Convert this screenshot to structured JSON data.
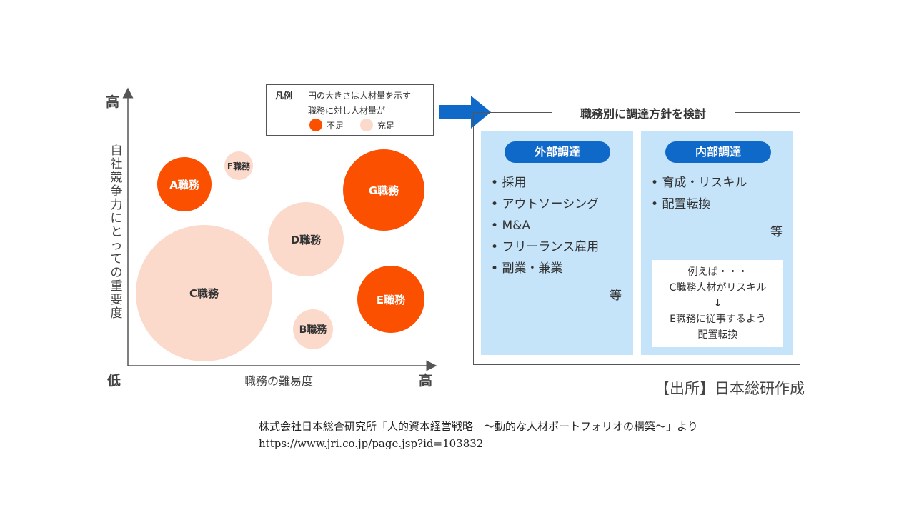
{
  "chart": {
    "y_high": "高",
    "y_low": "低",
    "x_high": "高",
    "y_axis_label": "自社競争力にとっての重要度",
    "x_axis_label": "職務の難易度",
    "bubbles": [
      {
        "label": "A職務",
        "status": "short"
      },
      {
        "label": "F職務",
        "status": "ok"
      },
      {
        "label": "G職務",
        "status": "short"
      },
      {
        "label": "D職務",
        "status": "ok"
      },
      {
        "label": "C職務",
        "status": "ok"
      },
      {
        "label": "E職務",
        "status": "short"
      },
      {
        "label": "B職務",
        "status": "ok"
      }
    ]
  },
  "legend": {
    "title": "凡例",
    "line1": "円の大きさは人材量を示す",
    "line2": "職務に対し人材量が",
    "short_label": "不足",
    "ok_label": "充足",
    "short_color": "#fa5000",
    "ok_color": "#fbd9cb"
  },
  "arrow_color": "#0f69c9",
  "policy": {
    "title": "職務別に調達方針を検討",
    "external": {
      "heading": "外部調達",
      "items": [
        "採用",
        "アウトソーシング",
        "M&A",
        "フリーランス雇用",
        "副業・兼業"
      ],
      "etc": "等"
    },
    "internal": {
      "heading": "内部調達",
      "items": [
        "育成・リスキル",
        "配置転換"
      ],
      "etc": "等",
      "example": [
        "例えば・・・",
        "C職務人材がリスキル",
        "↓",
        "E職務に従事するよう",
        "配置転換"
      ]
    }
  },
  "source": "【出所】日本総研作成",
  "citation": {
    "line1": "株式会社日本総合研究所「人的資本経営戦略　～動的な人材ポートフォリオの構築～」より",
    "line2": "https://www.jri.co.jp/page.jsp?id=103832"
  }
}
